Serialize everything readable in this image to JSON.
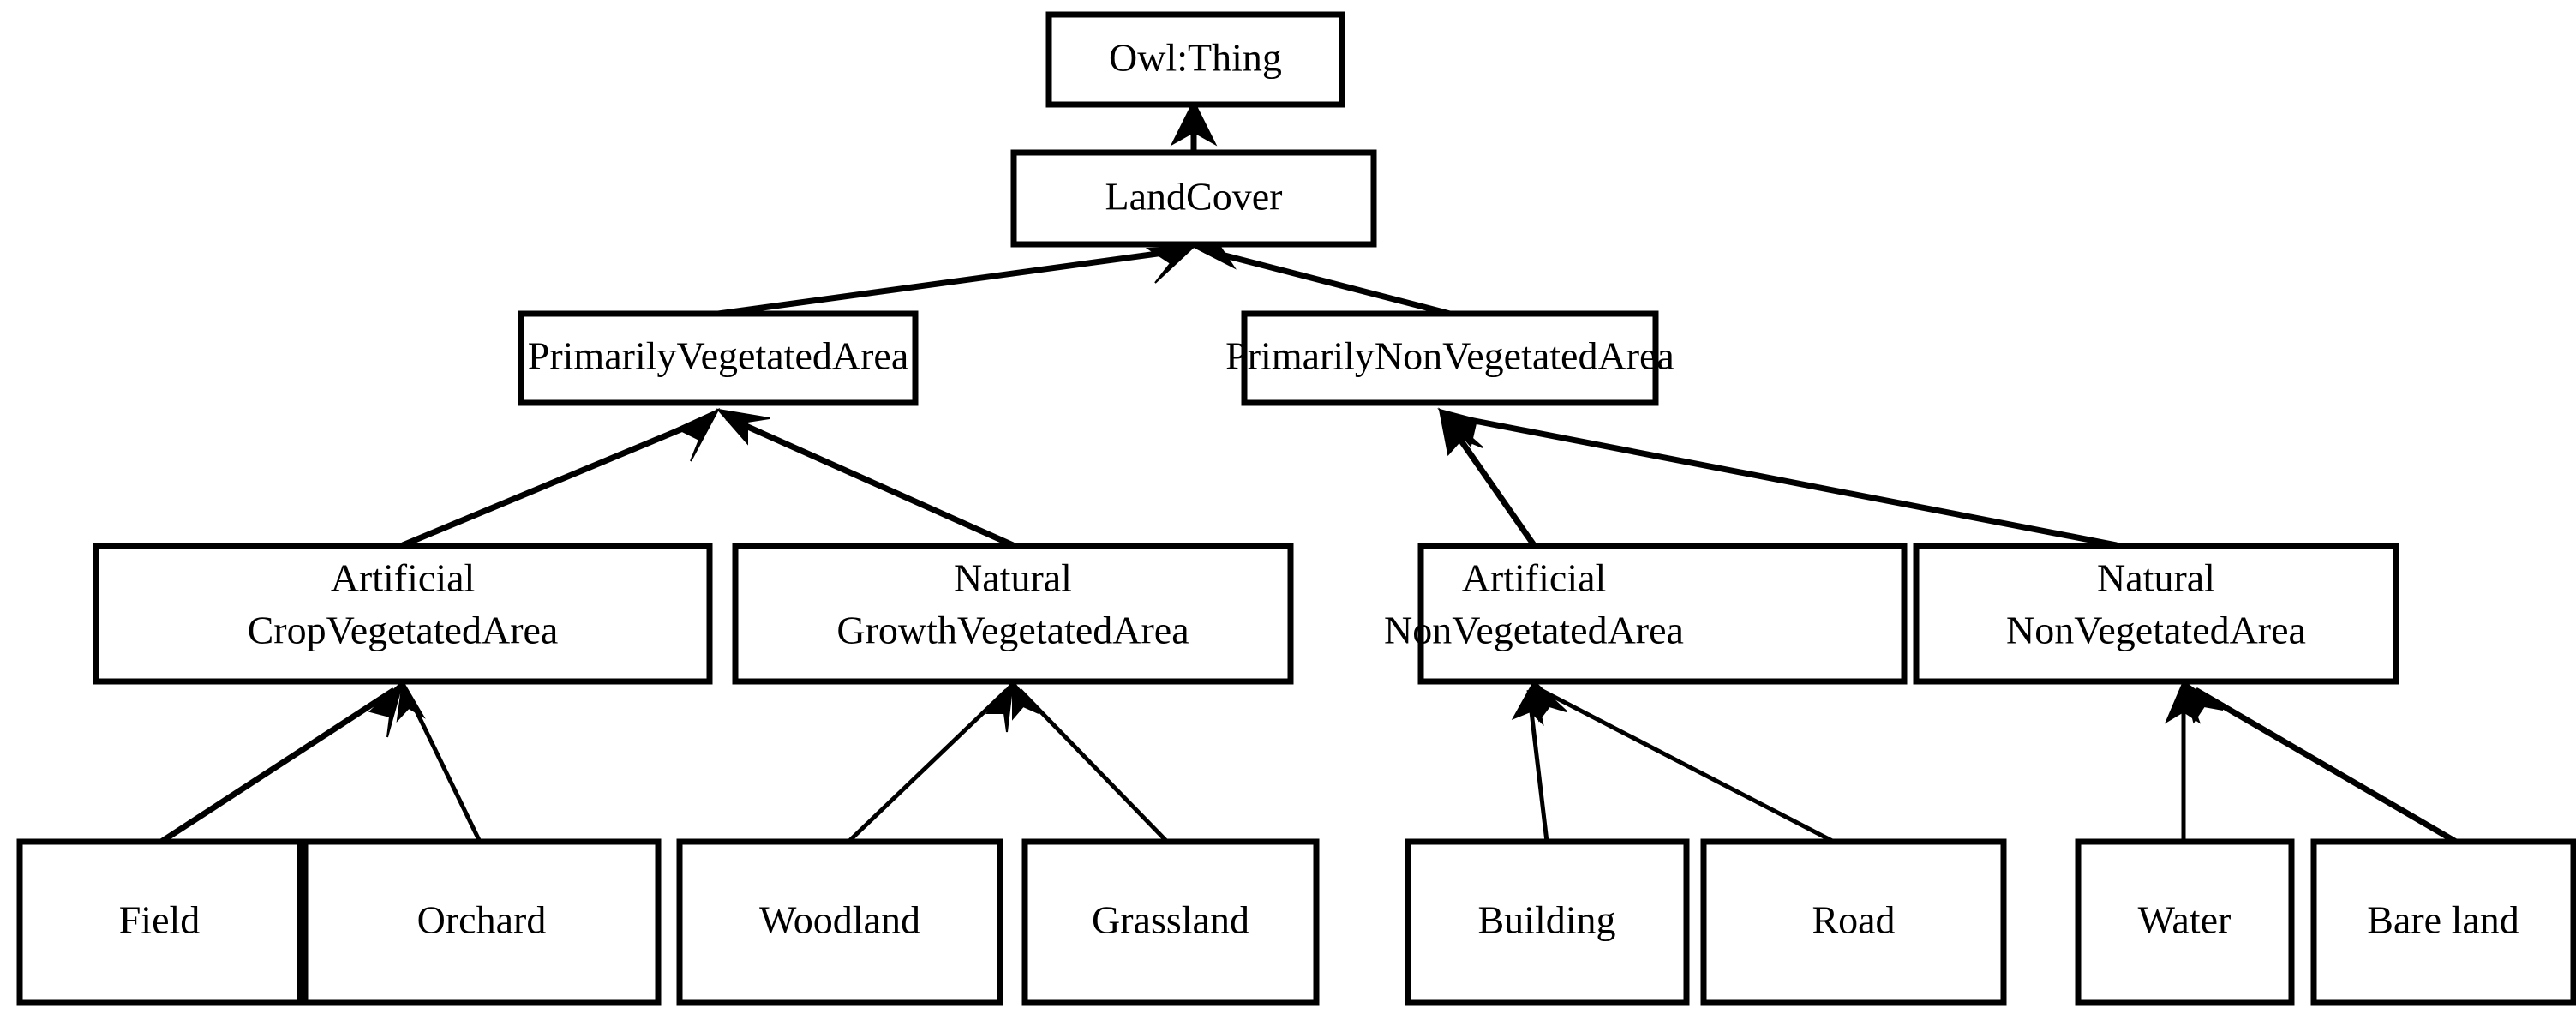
{
  "diagram": {
    "type": "ontology-hierarchy-tree",
    "title": "LandCover ontology hierarchy",
    "edge_style": "solid-line-with-arrowhead-pointing-to-parent",
    "colors": {
      "background": "#ffffff",
      "box_fill": "#ffffff",
      "box_stroke": "#000000",
      "text": "#000000",
      "edge": "#000000"
    },
    "levels": [
      {
        "level": 0,
        "nodes": [
          {
            "id": "owl-thing",
            "label": "Owl:Thing",
            "lines": [
              "Owl:Thing"
            ]
          }
        ]
      },
      {
        "level": 1,
        "nodes": [
          {
            "id": "land-cover",
            "label": "LandCover",
            "lines": [
              "LandCover"
            ]
          }
        ]
      },
      {
        "level": 2,
        "nodes": [
          {
            "id": "primarily-vegetated-area",
            "label": "PrimarilyVegetatedArea",
            "lines": [
              "PrimarilyVegetatedArea"
            ]
          },
          {
            "id": "primarily-non-vegetated-area",
            "label": "PrimarilyNonVegetatedArea",
            "lines": [
              "PrimarilyNonVegetatedArea"
            ]
          }
        ]
      },
      {
        "level": 3,
        "nodes": [
          {
            "id": "artificial-crop-vegetated-area",
            "label": "ArtificialCropVegetatedArea",
            "lines": [
              "Artificial",
              "CropVegetatedArea"
            ]
          },
          {
            "id": "natural-growth-vegetated-area",
            "label": "NaturalGrowthVegetatedArea",
            "lines": [
              "Natural",
              "GrowthVegetatedArea"
            ]
          },
          {
            "id": "artificial-non-vegetated-area",
            "label": "ArtificialNonVegetatedArea",
            "lines": [
              "Artificial",
              "NonVegetatedArea"
            ]
          },
          {
            "id": "natural-non-vegetated-area",
            "label": "NaturalNonVegetatedArea",
            "lines": [
              "Natural",
              "NonVegetatedArea"
            ]
          }
        ]
      },
      {
        "level": 4,
        "nodes": [
          {
            "id": "field",
            "label": "Field",
            "lines": [
              "Field"
            ]
          },
          {
            "id": "orchard",
            "label": "Orchard",
            "lines": [
              "Orchard"
            ]
          },
          {
            "id": "woodland",
            "label": "Woodland",
            "lines": [
              "Woodland"
            ]
          },
          {
            "id": "grassland",
            "label": "Grassland",
            "lines": [
              "Grassland"
            ]
          },
          {
            "id": "building",
            "label": "Building",
            "lines": [
              "Building"
            ]
          },
          {
            "id": "road",
            "label": "Road",
            "lines": [
              "Road"
            ]
          },
          {
            "id": "water",
            "label": "Water",
            "lines": [
              "Water"
            ]
          },
          {
            "id": "bare-land",
            "label": "Bare land",
            "lines": [
              "Bare land"
            ]
          }
        ]
      }
    ],
    "edges": [
      {
        "from": "land-cover",
        "to": "owl-thing"
      },
      {
        "from": "primarily-vegetated-area",
        "to": "land-cover"
      },
      {
        "from": "primarily-non-vegetated-area",
        "to": "land-cover"
      },
      {
        "from": "artificial-crop-vegetated-area",
        "to": "primarily-vegetated-area"
      },
      {
        "from": "natural-growth-vegetated-area",
        "to": "primarily-vegetated-area"
      },
      {
        "from": "artificial-non-vegetated-area",
        "to": "primarily-non-vegetated-area"
      },
      {
        "from": "natural-non-vegetated-area",
        "to": "primarily-non-vegetated-area"
      },
      {
        "from": "field",
        "to": "artificial-crop-vegetated-area"
      },
      {
        "from": "orchard",
        "to": "artificial-crop-vegetated-area"
      },
      {
        "from": "woodland",
        "to": "natural-growth-vegetated-area"
      },
      {
        "from": "grassland",
        "to": "natural-growth-vegetated-area"
      },
      {
        "from": "building",
        "to": "artificial-non-vegetated-area"
      },
      {
        "from": "road",
        "to": "artificial-non-vegetated-area"
      },
      {
        "from": "water",
        "to": "natural-non-vegetated-area"
      },
      {
        "from": "bare-land",
        "to": "natural-non-vegetated-area"
      }
    ]
  }
}
